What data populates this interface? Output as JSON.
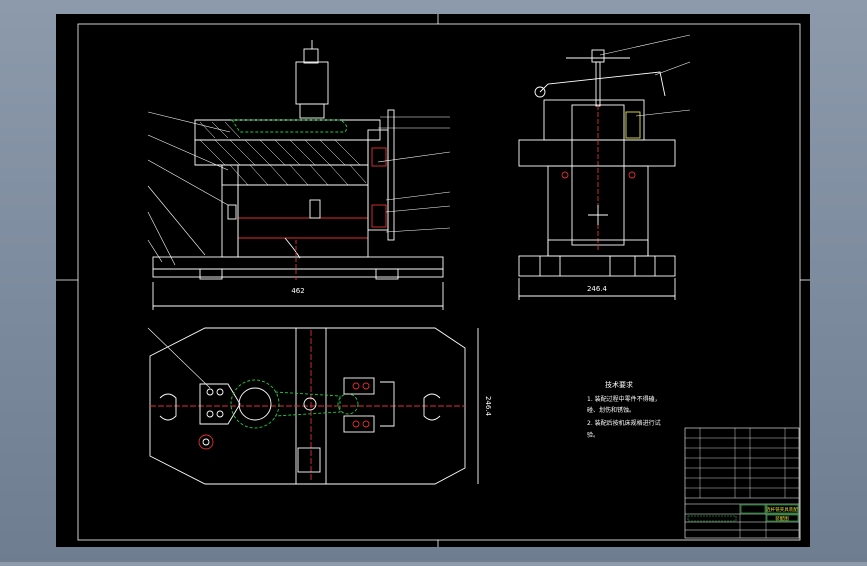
{
  "colors": {
    "background": "#7d8a9c",
    "paper": "#000000",
    "line": "#ffffff",
    "accent_red": "#e03030",
    "accent_green": "#22cc44",
    "accent_yellow": "#e8e040"
  },
  "dimensions": {
    "front_width": "462",
    "side_width": "246.4",
    "plan_height": "246.4"
  },
  "notes": {
    "title": "技术要求",
    "line1": "1. 装配过程中零件不得磕，",
    "line2": "碰、划伤和锈蚀。",
    "line3": "2. 装配后按机床规格进行试",
    "line4": "验。"
  },
  "title_block": {
    "drawing_name": "连杆铣夹具装配",
    "sheet_label": "装配图"
  }
}
